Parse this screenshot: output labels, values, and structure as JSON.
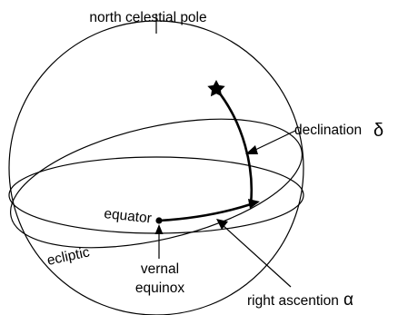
{
  "labels": {
    "north_pole": "north celestial pole",
    "declination": "declination",
    "declination_symbol": "δ",
    "equator": "equator",
    "ecliptic": "ecliptic",
    "vernal_equinox_line1": "vernal",
    "vernal_equinox_line2": "equinox",
    "right_ascension": "right ascention",
    "right_ascension_symbol": "α"
  },
  "colors": {
    "ink": "#000000",
    "background": "#ffffff"
  },
  "icons": {
    "star": "five-point-star-icon"
  }
}
